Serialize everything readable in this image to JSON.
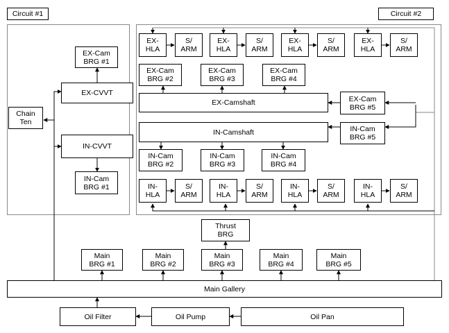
{
  "circuits": {
    "c1": "Circuit #1",
    "c2": "Circuit #2"
  },
  "circuit1": {
    "ex_cam_brg1": "EX-Cam\nBRG #1",
    "ex_cvvt": "EX-CVVT",
    "chain_ten": "Chain\nTen",
    "in_cvvt": "IN-CVVT",
    "in_cam_brg1": "IN-Cam\nBRG #1"
  },
  "circuit2": {
    "ex_hla": "EX-\nHLA",
    "s_arm": "S/\nARM",
    "ex_cam_brg2": "EX-Cam\nBRG #2",
    "ex_cam_brg3": "EX-Cam\nBRG #3",
    "ex_cam_brg4": "EX-Cam\nBRG #4",
    "ex_cam_brg5": "EX-Cam\nBRG #5",
    "ex_camshaft": "EX-Camshaft",
    "in_camshaft": "IN-Camshaft",
    "in_cam_brg5": "IN-Cam\nBRG #5",
    "in_cam_brg2": "IN-Cam\nBRG #2",
    "in_cam_brg3": "IN-Cam\nBRG #3",
    "in_cam_brg4": "IN-Cam\nBRG #4",
    "in_hla": "IN-\nHLA"
  },
  "main": {
    "thrust_brg": "Thrust\nBRG",
    "main_brg1": "Main\nBRG #1",
    "main_brg2": "Main\nBRG #2",
    "main_brg3": "Main\nBRG #3",
    "main_brg4": "Main\nBRG #4",
    "main_brg5": "Main\nBRG #5",
    "main_gallery": "Main Gallery",
    "oil_filter": "Oil Filter",
    "oil_pump": "Oil Pump",
    "oil_pan": "Oil Pan"
  }
}
